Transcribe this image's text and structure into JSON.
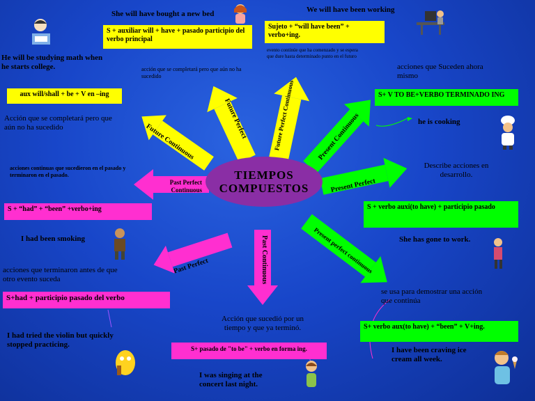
{
  "center": {
    "line1": "TIEMPOS",
    "line2": "COMPUESTOS"
  },
  "arrows": {
    "future_perfect": "Future Perfect",
    "future_perfect_continuous": "Future Perfect Continuous",
    "present_continuous": "Present Continuous",
    "present_perfect": "Present Perfect",
    "present_perfect_continuous": "Present perfect continuous",
    "past_continuous": "Past Continuous",
    "past_perfect": "Past Perfect",
    "past_perfect_continuous": "Past Perfect Continuous",
    "future_continuous": "Future Continuous"
  },
  "texts": {
    "she_bought": "She will have bought a new bed",
    "we_working": "We will have been working",
    "he_studying": "He will be studying math when he starts college.",
    "accion_completara_1": "acción que se completará pero que aún no ha sucedido",
    "evento_continue": "evento continúe que ha comenzado y se espera que dure hasta determinado punto en el futuro",
    "acciones_suceden": "acciones que Suceden ahora mismo",
    "accion_completara_2": "Acción que se completará pero que aún no ha sucedido",
    "he_cooking": "he is cooking",
    "acciones_continuas": "acciones continuas que sucedieron en el pasado y terminaron en el pasado.",
    "describe_acciones": "Describe acciones en desarrollo.",
    "had_smoking": "I had been smoking",
    "she_gone": "She has gone to work.",
    "acciones_terminaron": "acciones que terminaron antes de que otro evento suceda",
    "se_usa": "se usa para demostrar una acción que continúa",
    "accion_sucedio": "Acción que sucedió por un tiempo y que ya terminó.",
    "tried_violin": "I had tried the violin but quickly stopped practicing.",
    "craving": "I have been craving ice cream all week.",
    "singing": "I was singing at the concert last night."
  },
  "boxes": {
    "future_perfect_formula": "S + auxiliar will + have + pasado participio del verbo principal",
    "future_perfect_cont_formula": "Sujeto + “will have been” + verbo+ing.",
    "present_continuous_formula": "S+ V TO BE+VERBO TERMINADO ING",
    "future_continuous_formula": "aux will/shall + be + V en –ing",
    "present_perfect_formula": "S + verbo auxi(to have) + participio pasado",
    "past_perfect_cont_formula": "S + “had” + “been” +verbo+ing",
    "past_perfect_formula": "S+had + participio pasado del verbo",
    "present_perfect_cont_formula": "S+ verbo aux(to have) + “been” + V+ing.",
    "past_continuous_formula": "S+ pasado de \"to be\" + verbo en forma ing."
  },
  "colors": {
    "background": "#1846c9",
    "yellow": "#ffff00",
    "green": "#00ff00",
    "pink": "#ff2fd0",
    "center": "#8a2ea5"
  }
}
